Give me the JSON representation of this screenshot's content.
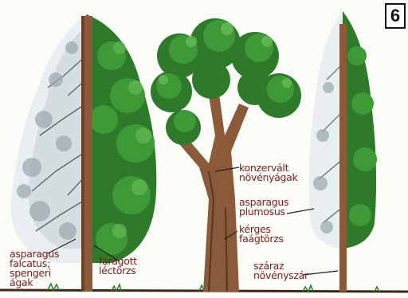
{
  "figure_number": "6",
  "labels": {
    "left_tree": [
      "asparagus",
      "falcatus;",
      "spengeri",
      "ágak"
    ],
    "left_trunk": [
      "faragott",
      "léctörzs"
    ],
    "middle_top": [
      "konzervált",
      "növényágak"
    ],
    "middle_mid": [
      "asparagus",
      "plumosus"
    ],
    "middle_trunk": [
      "kérges",
      "faágtörzs"
    ],
    "middle_bottom": [
      "száraz",
      "növényszár"
    ]
  },
  "colors": {
    "foliage_dark": "#2f7a2a",
    "foliage_mid": "#3d9a36",
    "foliage_light": "#6cc05a",
    "trunk": "#8a5a3a",
    "frosted": "#cfd8dc",
    "label": "#7a1d1d"
  }
}
